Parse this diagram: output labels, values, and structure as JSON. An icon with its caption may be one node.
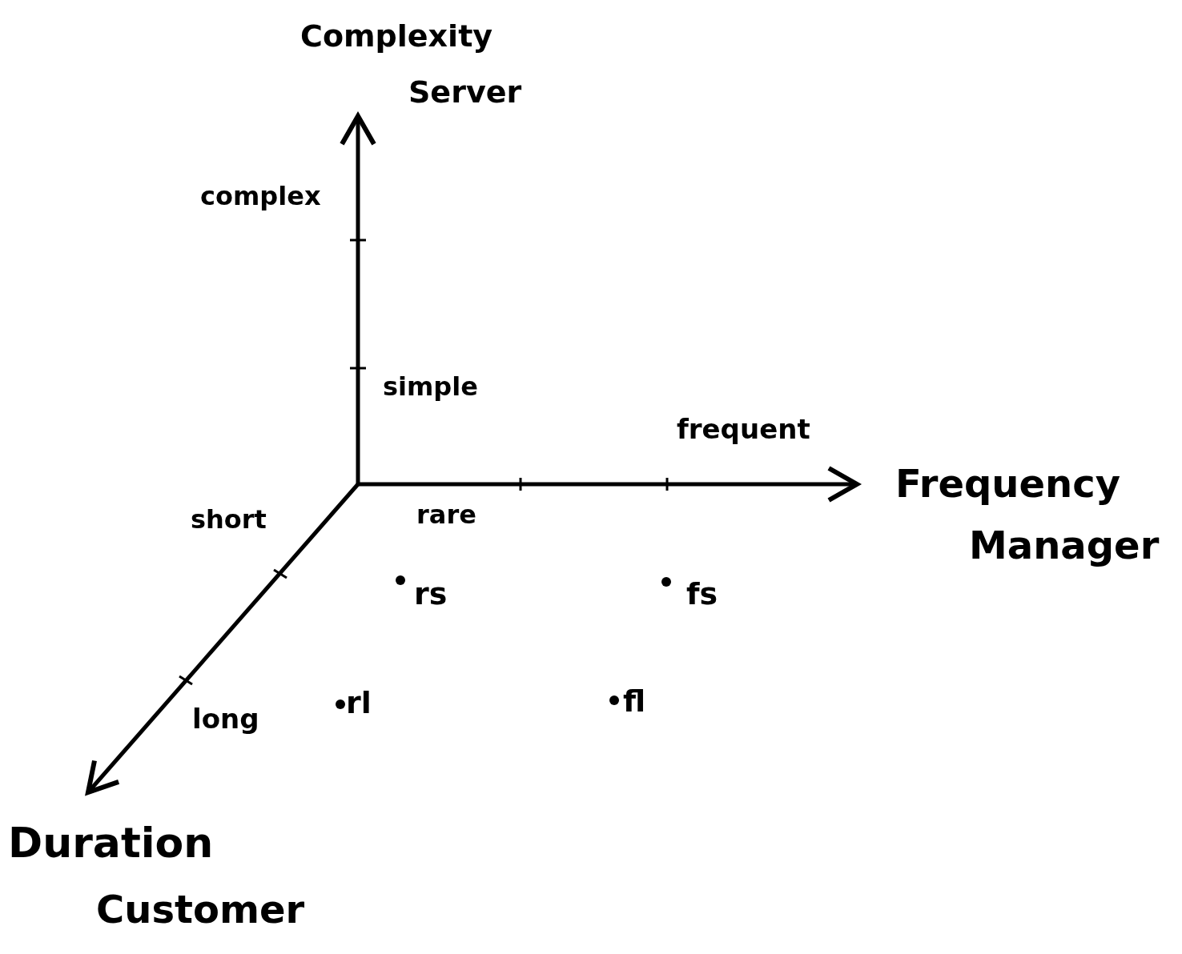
{
  "diagram": {
    "labels": [
      "Complexity",
      "Server",
      "complex",
      "simple",
      "frequent",
      "Frequency",
      "short",
      "rare",
      "Manager",
      "rs",
      "fs",
      "rl",
      "fl",
      "long",
      "Duration",
      "Customer"
    ]
  }
}
